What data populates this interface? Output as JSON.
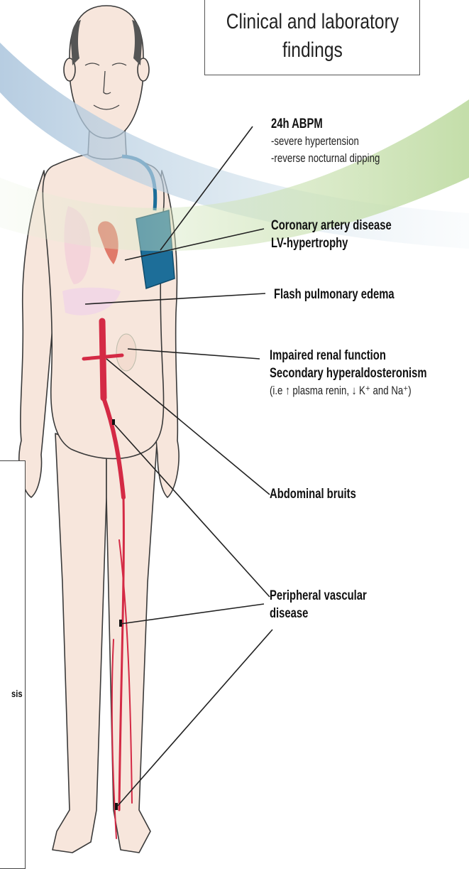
{
  "title": "Clinical and laboratory\nfindings",
  "left_fragment": "sis",
  "findings": {
    "abpm": {
      "heading": "24h ABPM",
      "items": [
        "-severe hypertension",
        "-reverse nocturnal dipping"
      ]
    },
    "cad": {
      "lines": [
        "Coronary artery disease",
        "LV-hypertrophy"
      ]
    },
    "edema": {
      "lines": [
        "Flash pulmonary edema"
      ]
    },
    "renal": {
      "lines": [
        "Impaired renal function",
        "Secondary hyperaldosteronism"
      ],
      "note": "(i.e ↑ plasma renin, ↓ K⁺ and Na⁺)"
    },
    "bruits": {
      "lines": [
        "Abdominal bruits"
      ]
    },
    "pvd": {
      "lines": [
        "Peripheral vascular",
        "disease"
      ]
    }
  },
  "colors": {
    "skin": "#f7e6dc",
    "outline": "#3a3a3a",
    "artery": "#d42a45",
    "cuff": "#1d6e99",
    "band_blue": "#b7cde0",
    "band_green": "#cfe4b8"
  }
}
